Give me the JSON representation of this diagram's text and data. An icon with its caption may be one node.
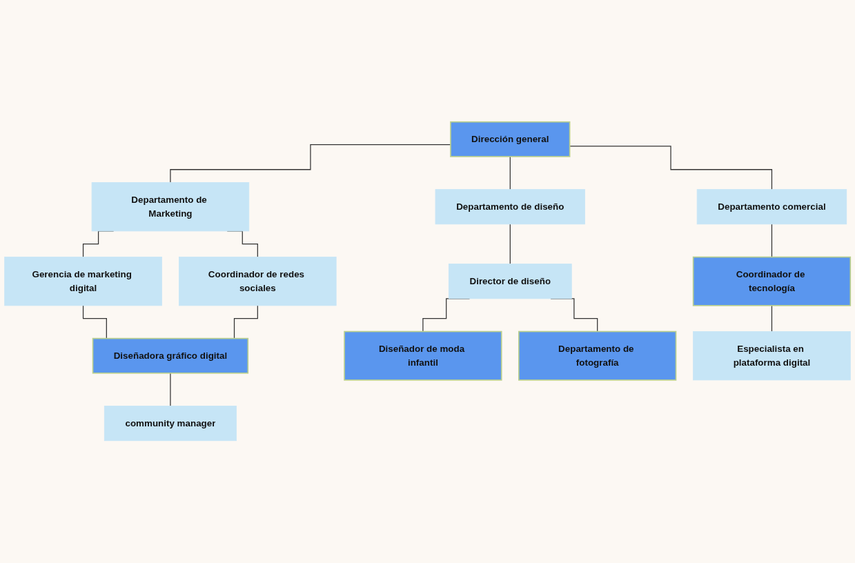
{
  "diagram": {
    "nodes": [
      {
        "text": [
          "Dirección general"
        ]
      },
      {
        "text": [
          "Departamento de Marketing"
        ]
      },
      {
        "text": [
          "Departamento de diseño"
        ]
      },
      {
        "text": [
          "Departamento comercial"
        ]
      },
      {
        "text": [
          "Gerencia de marketing digital"
        ]
      },
      {
        "text": [
          "Coordinador de redes sociales"
        ]
      },
      {
        "text": [
          "Diseñadora gráfico digital"
        ]
      },
      {
        "text": [
          "community manager"
        ]
      },
      {
        "text": [
          "Director de diseño"
        ]
      },
      {
        "text": [
          "Diseñador de moda infantil"
        ]
      },
      {
        "text": [
          "Departamento de fotografía"
        ]
      },
      {
        "text": [
          "Coordinador de tecnología"
        ]
      },
      {
        "text": [
          "Especialista en plataforma digital"
        ]
      }
    ],
    "edges": [
      {
        "from": 0,
        "to": 1,
        "arrow": "none"
      },
      {
        "from": 0,
        "to": 2,
        "arrow": "none"
      },
      {
        "from": 0,
        "to": 3,
        "arrow": "none"
      },
      {
        "from": 1,
        "to": 4,
        "arrow": "none"
      },
      {
        "from": 1,
        "to": 5,
        "arrow": "none"
      },
      {
        "from": 4,
        "to": 6,
        "arrow": "none"
      },
      {
        "from": 5,
        "to": 6,
        "arrow": "none"
      },
      {
        "from": 6,
        "to": 7,
        "arrow": "none"
      },
      {
        "from": 2,
        "to": 8,
        "arrow": "none"
      },
      {
        "from": 8,
        "to": 9,
        "arrow": "none"
      },
      {
        "from": 8,
        "to": 10,
        "arrow": "none"
      },
      {
        "from": 3,
        "to": 11,
        "arrow": "none"
      },
      {
        "from": 11,
        "to": 12,
        "arrow": "none"
      }
    ]
  }
}
